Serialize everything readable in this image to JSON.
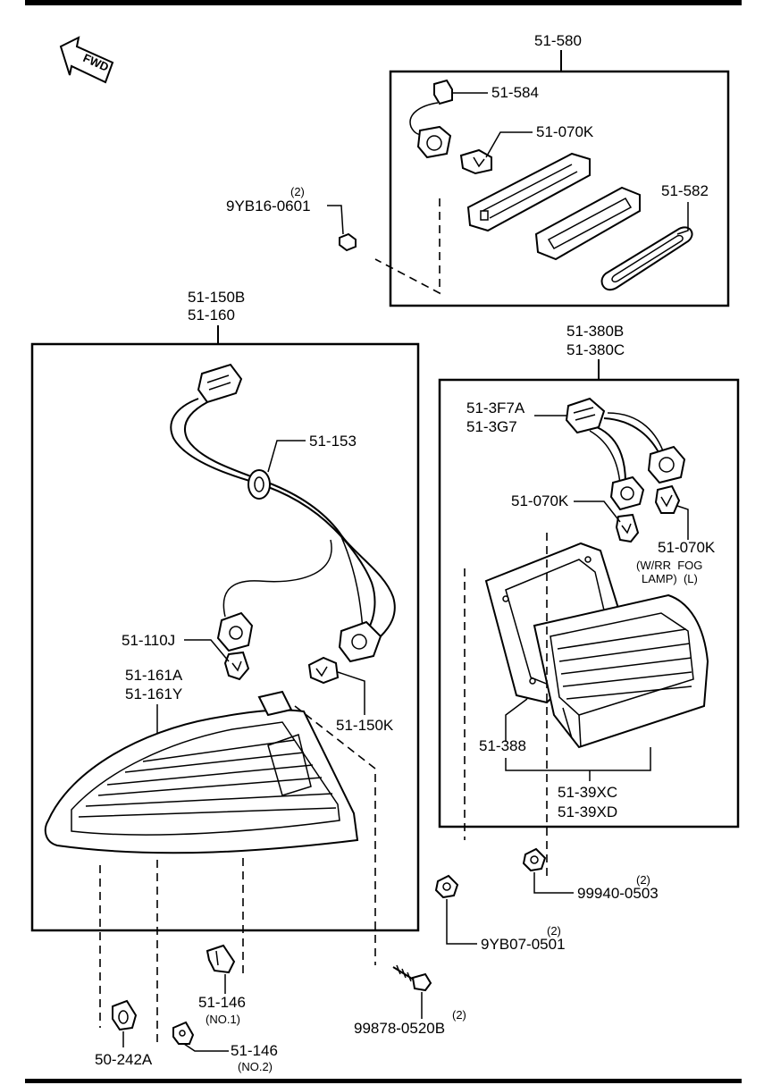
{
  "fwd": "FWD",
  "assemblies": {
    "license_lamp": {
      "number": "51-580"
    },
    "rear_combination_lamp": {
      "number_a": "51-150B",
      "number_b": "51-160"
    },
    "garnish_lamp": {
      "number_a": "51-380B",
      "number_b": "51-380C"
    }
  },
  "parts": {
    "p51_584": "51-584",
    "p51_070k_top": "51-070K",
    "p51_582": "51-582",
    "p9yb16_qty": "(2)",
    "p9yb16": "9YB16-0601",
    "p51_153": "51-153",
    "p51_110j": "51-110J",
    "p51_161a": "51-161A",
    "p51_161y": "51-161Y",
    "p51_150k": "51-150K",
    "p51_3f7a": "51-3F7A",
    "p51_3g7": "51-3G7",
    "p51_070k_mid": "51-070K",
    "p51_070k_right": "51-070K",
    "fog_note_1": "(W/RR  FOG",
    "fog_note_2": "LAMP)  (L)",
    "p51_388": "51-388",
    "p51_39xc": "51-39XC",
    "p51_39xd": "51-39XD",
    "p99940_qty": "(2)",
    "p99940": "99940-0503",
    "p9yb07_qty": "(2)",
    "p9yb07": "9YB07-0501",
    "p51_146_no1": "51-146",
    "p51_146_no1_note": "(NO.1)",
    "p99878_qty": "(2)",
    "p99878": "99878-0520B",
    "p50_242a": "50-242A",
    "p51_146_no2": "51-146",
    "p51_146_no2_note": "(NO.2)"
  }
}
